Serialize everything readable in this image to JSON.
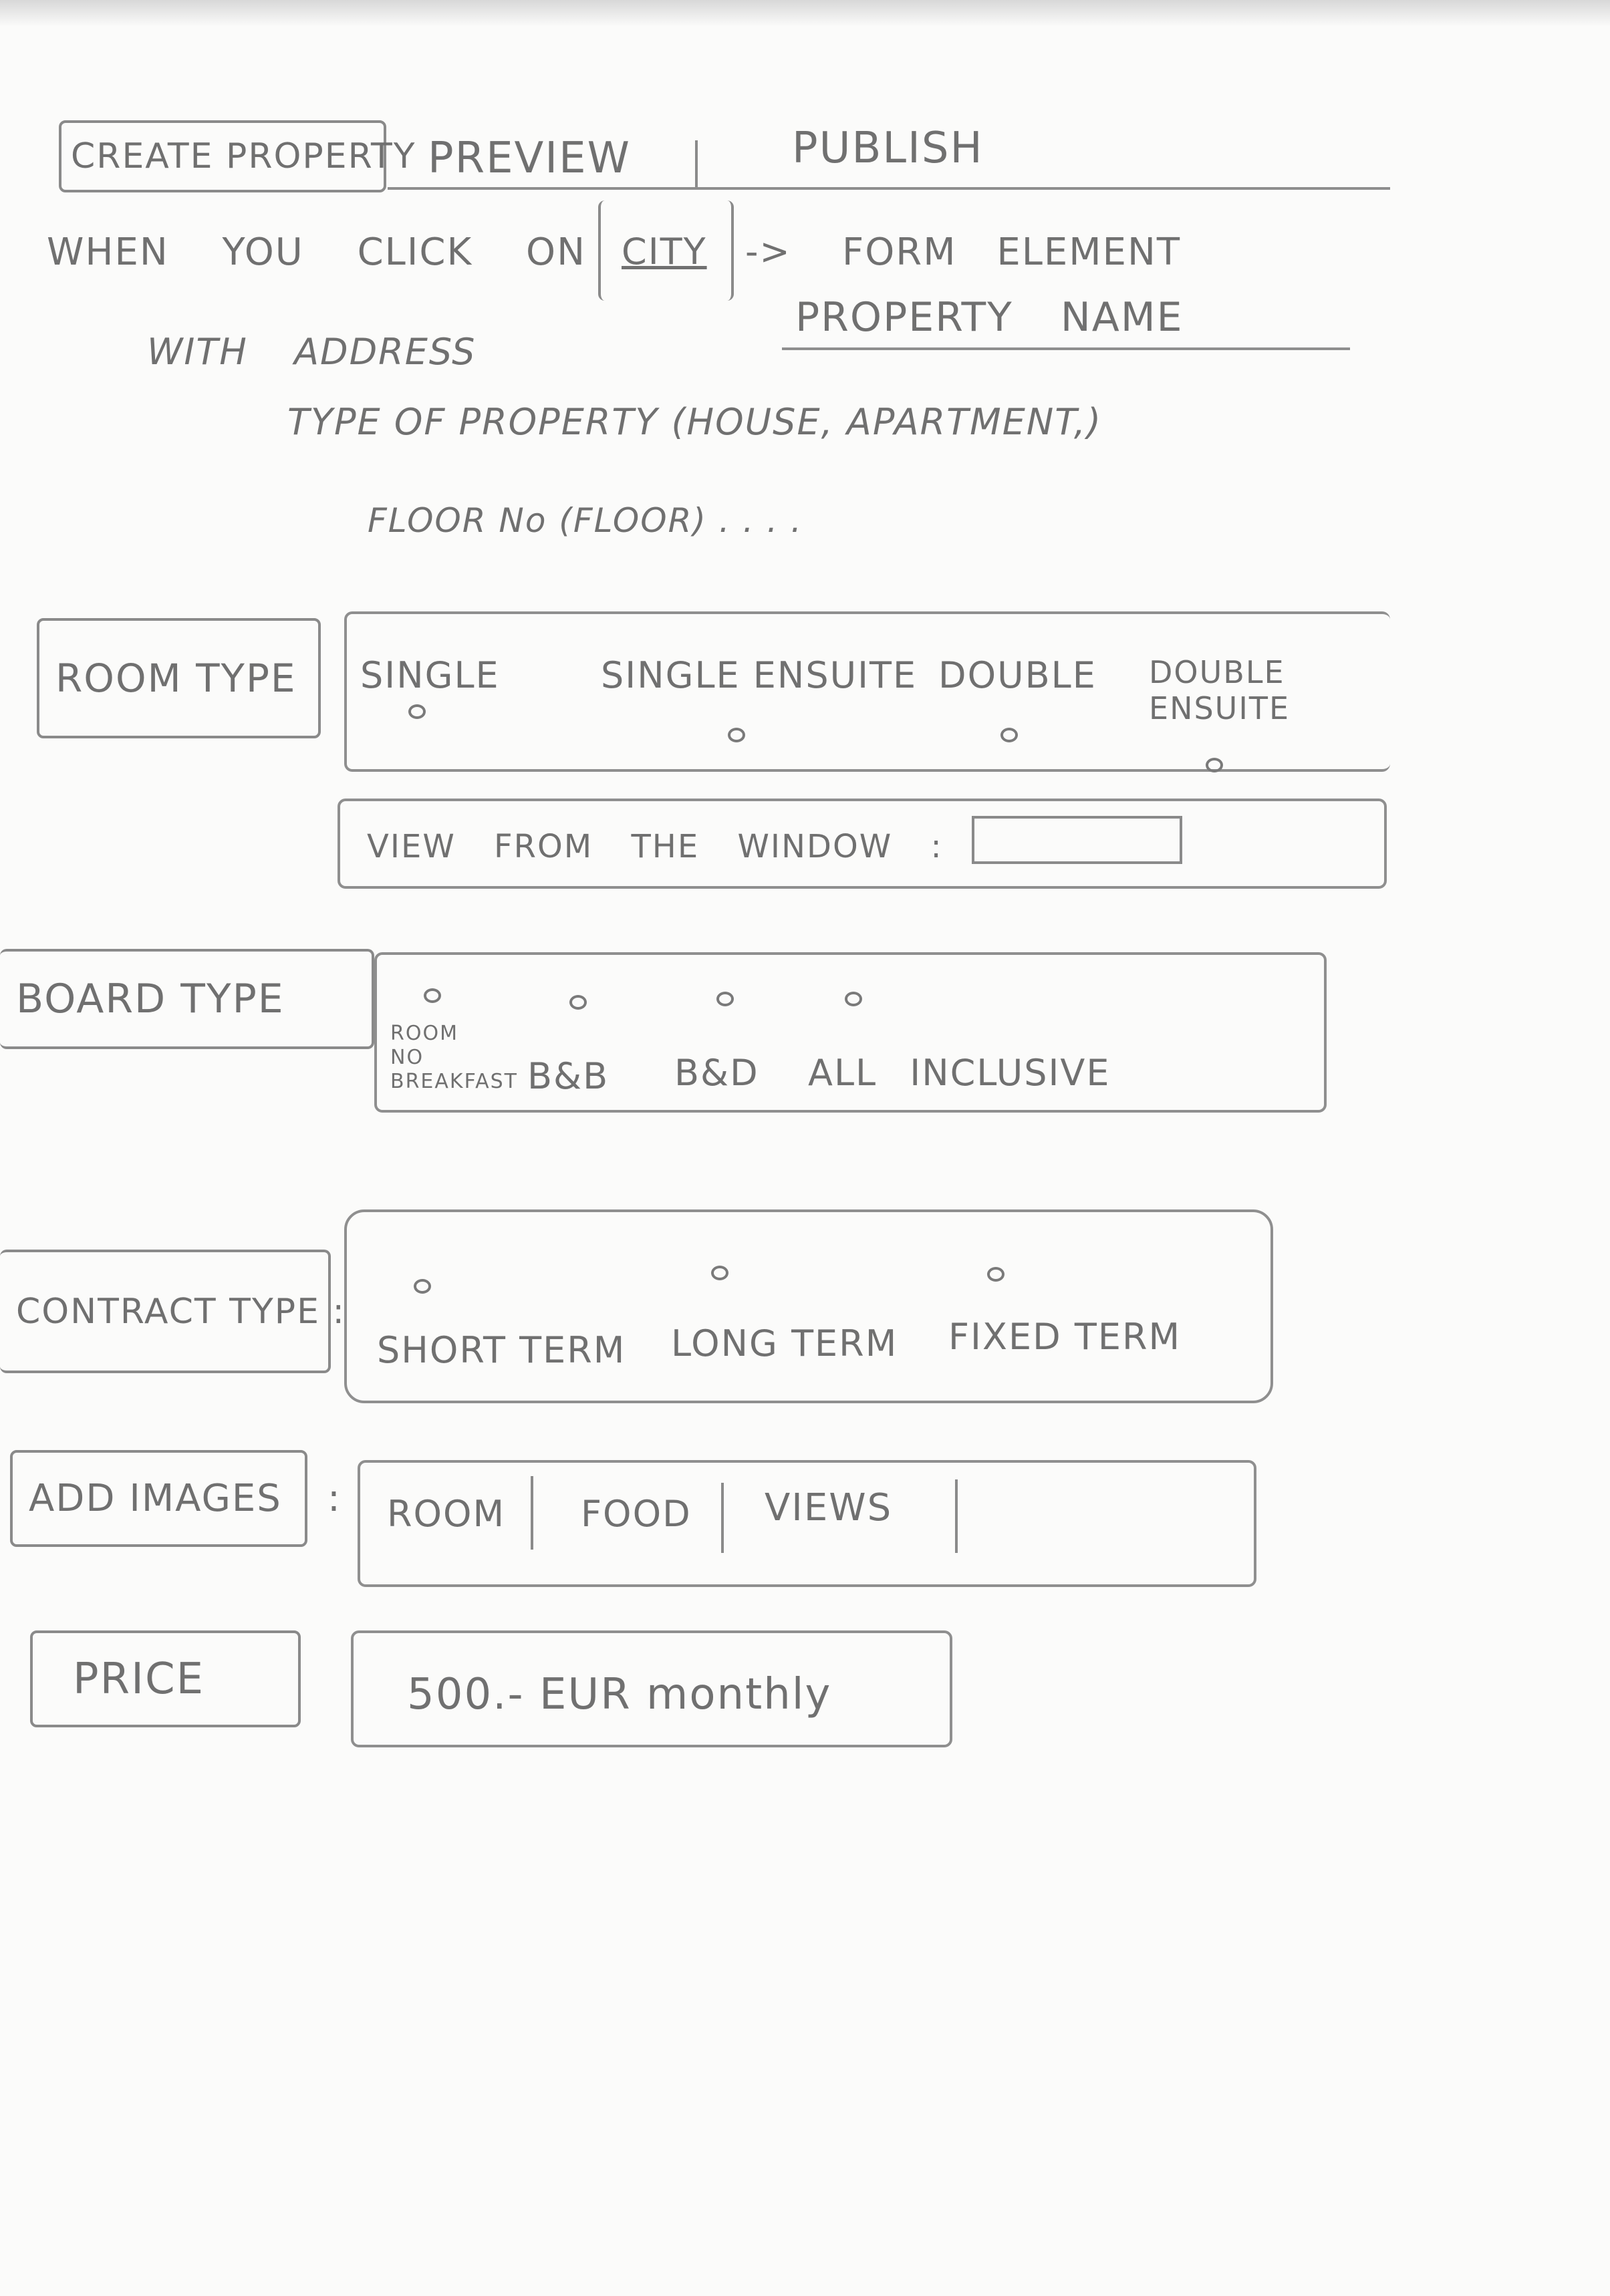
{
  "tabs": [
    "CREATE PROPERTY",
    "PREVIEW",
    "PUBLISH"
  ],
  "notes": {
    "line1_a": "WHEN YOU CLICK ON",
    "city": "CITY",
    "arrow": "->",
    "form_element": "FORM ELEMENT",
    "property_name": "PROPERTY NAME",
    "with_address": "WITH ADDRESS",
    "type_of_property": "TYPE OF PROPERTY (HOUSE, APARTMENT,)",
    "floor": "FLOOR No (FLOOR) . . . ."
  },
  "room_type": {
    "label": "ROOM TYPE",
    "options": [
      "SINGLE",
      "SINGLE ENSUITE",
      "DOUBLE",
      "DOUBLE ENSUITE"
    ],
    "view_label": "VIEW FROM THE WINDOW :"
  },
  "board_type": {
    "label": "BOARD TYPE",
    "options": [
      "ROOM NO BREAKFAST",
      "B&B",
      "B&D",
      "ALL INCLUSIVE"
    ]
  },
  "contract_type": {
    "label": "CONTRACT TYPE :",
    "options": [
      "SHORT TERM",
      "LONG TERM",
      "FIXED TERM"
    ]
  },
  "add_images": {
    "label": "ADD IMAGES",
    "colon": ":",
    "tabs": [
      "ROOM",
      "FOOD",
      "VIEWS"
    ]
  },
  "price": {
    "label": "PRICE",
    "value": "500.- EUR monthly"
  },
  "colors": {
    "pencil": "#707070",
    "paper": "#fbfbfa"
  }
}
